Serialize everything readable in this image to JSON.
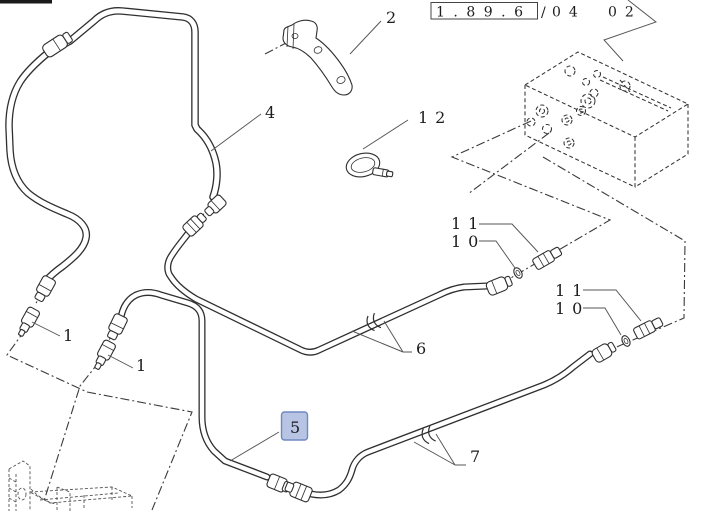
{
  "header": {
    "section_code": "1.89.6",
    "separator": "/",
    "sheet": "04",
    "page": "02"
  },
  "callouts": {
    "bracket": "2",
    "clamp": "12",
    "pipe_top": "4",
    "connector_left": "1",
    "connector_mid": "1",
    "adapter_a": "11",
    "oring_a": "10",
    "pipe_mid": "6",
    "adapter_b": "11",
    "oring_b": "10",
    "pipe_selected": "5",
    "pipe_bottom": "7"
  },
  "selection": {
    "selected_part": "5",
    "highlight_fill": "#b7c4e3",
    "highlight_border": "#6f88bf",
    "digit_color": "#333f58"
  }
}
